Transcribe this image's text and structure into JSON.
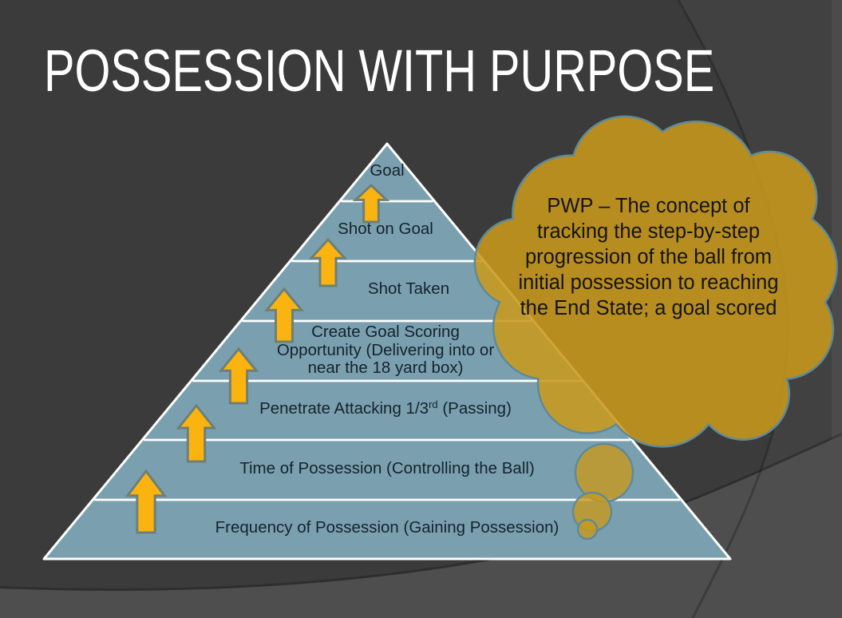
{
  "slide": {
    "title": "POSSESSION WITH PURPOSE"
  },
  "pyramid": {
    "description": "seven-level possession progression pyramid",
    "levels": [
      {
        "name": "goal",
        "lines": [
          {
            "before": "Goal",
            "sup": "",
            "after": ""
          }
        ]
      },
      {
        "name": "shot-on-goal",
        "lines": [
          {
            "before": "Shot on Goal",
            "sup": "",
            "after": ""
          }
        ]
      },
      {
        "name": "shot-taken",
        "lines": [
          {
            "before": "Shot Taken",
            "sup": "",
            "after": ""
          }
        ]
      },
      {
        "name": "create-goal-scoring-opportunity",
        "lines": [
          {
            "before": "Create Goal Scoring",
            "sup": "",
            "after": ""
          },
          {
            "before": "Opportunity (Delivering into or",
            "sup": "",
            "after": ""
          },
          {
            "before": "near the 18 yard box)",
            "sup": "",
            "after": ""
          }
        ]
      },
      {
        "name": "penetrate-attacking-third",
        "lines": [
          {
            "before": "Penetrate Attacking 1/3",
            "sup": "rd",
            "after": " (Passing)"
          }
        ]
      },
      {
        "name": "time-of-possession",
        "lines": [
          {
            "before": "Time of Possession (Controlling the Ball)",
            "sup": "",
            "after": ""
          }
        ]
      },
      {
        "name": "frequency-of-possession",
        "lines": [
          {
            "before": "Frequency of Possession (Gaining Possession)",
            "sup": "",
            "after": ""
          }
        ]
      }
    ],
    "arrow_count": 6
  },
  "cloud": {
    "text": "PWP – The concept of tracking the step-by-step progression of the ball from initial possession to reaching the End State; a goal scored"
  },
  "colors": {
    "background": "#3B3B3B",
    "background_swoosh": "#4E4E4E",
    "title_text": "#FFFFFF",
    "pyramid_fill": "#7AA0AF",
    "pyramid_line": "#FFFFFF",
    "pyramid_text": "#15222D",
    "arrow_fill": "#FBB40F",
    "arrow_outline": "#6E7F77",
    "cloud_fill": "#C8981D",
    "cloud_outline": "#5F8A99",
    "cloud_text": "#141414"
  }
}
